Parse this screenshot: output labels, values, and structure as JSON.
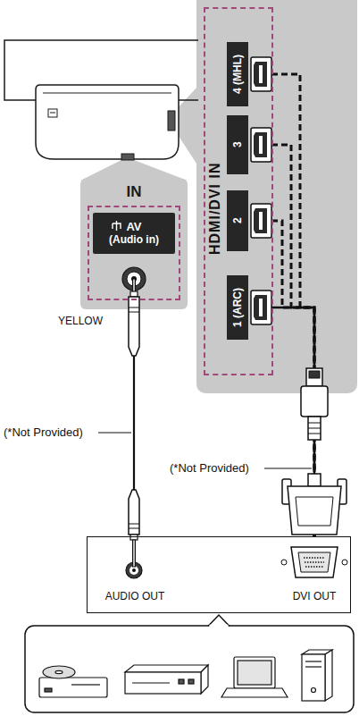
{
  "diagram": {
    "nodes": [
      {
        "text": [
          "IN"
        ]
      },
      {
        "text": [
          "AV",
          "(Audio in)"
        ],
        "in": 0
      },
      {
        "text": [
          "HDMI/DVI IN"
        ]
      },
      {
        "text": [
          "4 (MHL)"
        ],
        "in": 2
      },
      {
        "text": [
          "3"
        ],
        "in": 2
      },
      {
        "text": [
          "2"
        ],
        "in": 2
      },
      {
        "text": [
          "1 (ARC)"
        ],
        "in": 2
      },
      {
        "text": [
          "AUDIO OUT",
          "DVI OUT"
        ]
      }
    ],
    "edges": [
      {
        "from": 1,
        "to": 7,
        "arrow": "none"
      },
      {
        "from": 6,
        "to": 7,
        "arrow": "none"
      },
      {
        "from": 5,
        "to": 7,
        "arrow": "none"
      },
      {
        "from": 4,
        "to": 7,
        "arrow": "none"
      },
      {
        "from": 3,
        "to": 7,
        "arrow": "none"
      }
    ],
    "labels": [
      "YELLOW",
      "(*Not Provided)",
      "(*Not Provided)"
    ]
  }
}
